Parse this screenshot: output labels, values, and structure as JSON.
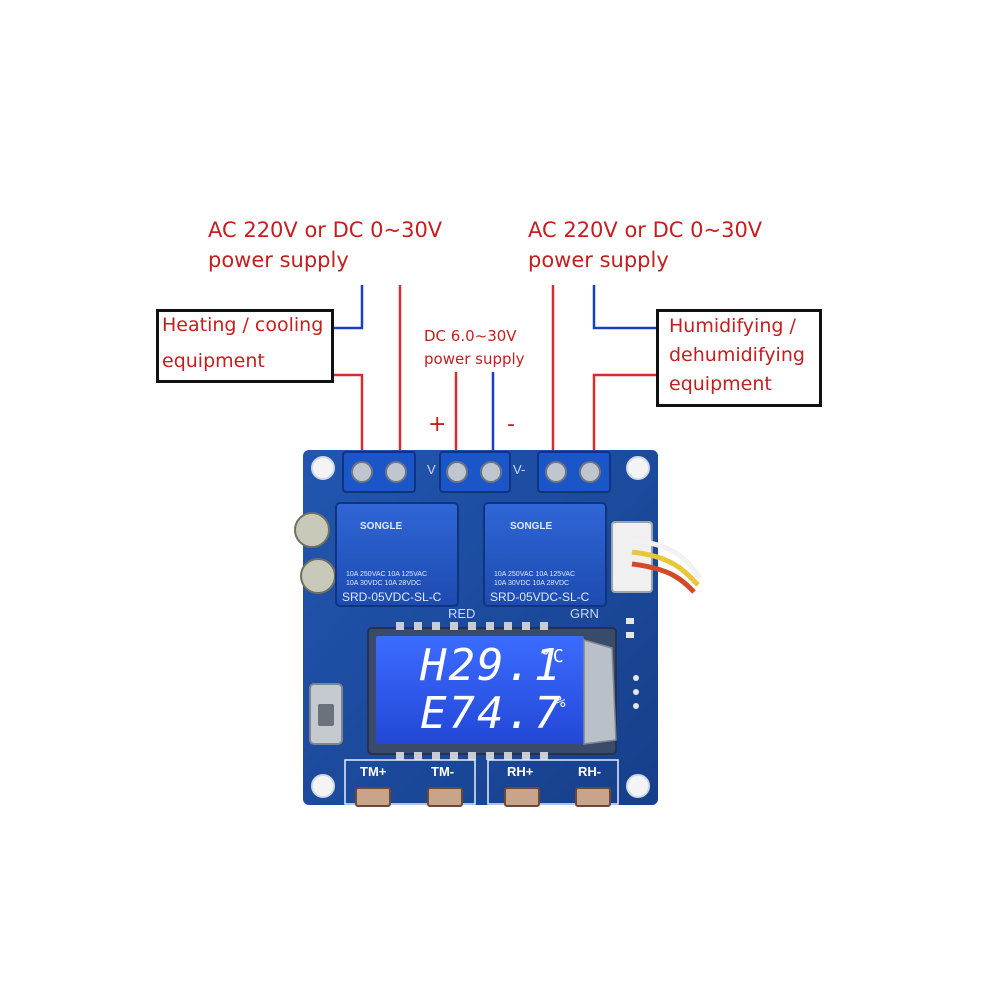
{
  "labels": {
    "left_supply_line1": "AC 220V or DC 0~30V",
    "left_supply_line2": "power supply",
    "right_supply_line1": "AC 220V or DC 0~30V",
    "right_supply_line2": "power supply",
    "center_supply_line1": "DC 6.0~30V",
    "center_supply_line2": "power supply",
    "plus_sign": "+",
    "minus_sign": "-",
    "left_box_line1": "Heating / cooling",
    "left_box_line2": "equipment",
    "right_box_line1": "Humidifying /",
    "right_box_line2": "dehumidifying",
    "right_box_line3": "equipment"
  },
  "board": {
    "lcd_line1": "H29.1",
    "lcd_unit1": "°C",
    "lcd_line2": "E74.7",
    "lcd_unit2": "%",
    "buttons": [
      "TM+",
      "TM-",
      "RH+",
      "RH-"
    ],
    "relay_brand": "SONGLE",
    "relay_model": "SRD-05VDC-SL-C",
    "relay_rating_a": "10A 250VAC  10A 125VAC",
    "relay_rating_b": "10A 30VDC   10A 28VDC",
    "silk_red": "RED",
    "silk_grn": "GRN",
    "silk_v_plus": "V",
    "silk_v_minus": "V-"
  },
  "colors": {
    "label_red": "#c41e1e",
    "wire_red": "#d32f2f",
    "wire_blue": "#1a3fbf",
    "pcb_blue": "#1b4a9a",
    "lcd_blue": "#2f5cf0"
  }
}
